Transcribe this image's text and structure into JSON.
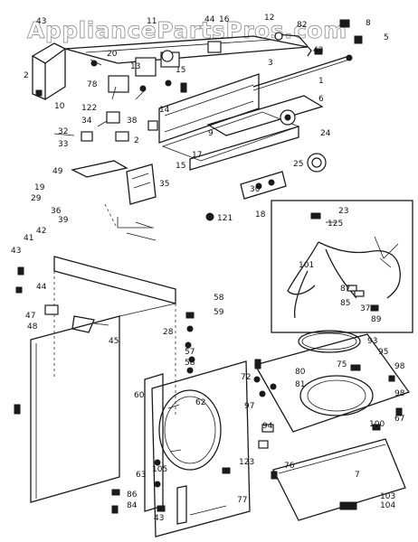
{
  "watermark": "AppliancePartsPros.com",
  "part_labels": [
    "43",
    "11",
    "44",
    "16",
    "12",
    "82",
    "8",
    "5",
    "2",
    "20",
    "13",
    "43",
    "3",
    "15",
    "78",
    "1",
    "6",
    "10",
    "122",
    "38",
    "14",
    "9",
    "34",
    "32",
    "33",
    "2",
    "24",
    "17",
    "15",
    "25",
    "49",
    "19",
    "29",
    "35",
    "121",
    "18",
    "23",
    "125",
    "101",
    "87",
    "85",
    "37",
    "89",
    "43",
    "44",
    "58",
    "45",
    "28",
    "59",
    "60",
    "62",
    "72",
    "80",
    "81",
    "93",
    "95",
    "98",
    "75",
    "94",
    "97",
    "100",
    "67",
    "98",
    "76",
    "7",
    "123",
    "63",
    "105",
    "86",
    "84",
    "43",
    "77",
    "103",
    "104",
    "47",
    "48",
    "57",
    "58",
    "41",
    "42",
    "36",
    "39",
    "30"
  ]
}
